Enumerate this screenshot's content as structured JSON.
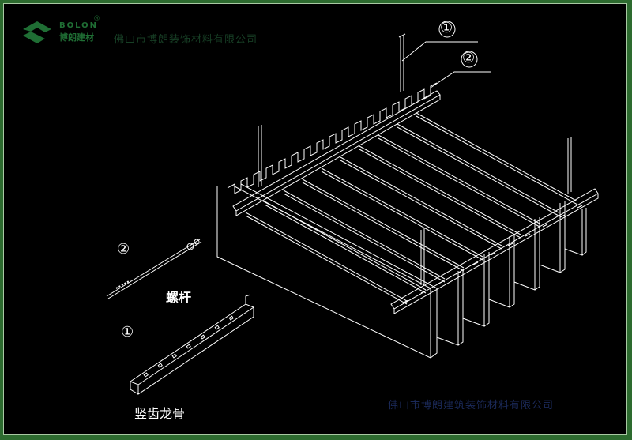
{
  "brand": {
    "name": "BOLON",
    "name_cn": "博朗建材",
    "registered_mark": "®",
    "tagline": "佛山市博朗装饰材料有限公司",
    "colors": {
      "logo": "#1f6e34",
      "tagline": "#173f25"
    }
  },
  "callouts": {
    "one": "①",
    "two": "②"
  },
  "parts": {
    "screw_rod": {
      "marker": "②",
      "caption": "螺杆"
    },
    "runner": {
      "marker": "①",
      "caption": "竖齿龙骨"
    }
  },
  "footer": {
    "company": "佛山市博朗建筑装饰材料有限公司"
  }
}
